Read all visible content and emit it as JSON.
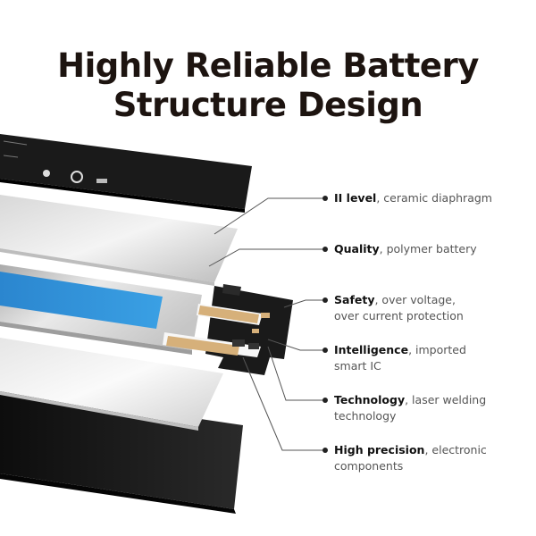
{
  "title": {
    "line1": "Highly Reliable Battery",
    "line2": "Structure Design"
  },
  "colors": {
    "title": "#1d1410",
    "bullet": "#222222",
    "blue_cell": "#2f8fd6",
    "gold_pad": "#d6b07a",
    "black_layer": "#141414"
  },
  "callouts": [
    {
      "key": "II level",
      "rest": ", ceramic diaphragm"
    },
    {
      "key": "Quality",
      "rest": ", polymer battery"
    },
    {
      "key": "Safety",
      "rest": ", over voltage,",
      "line2": "over current protection"
    },
    {
      "key": "Intelligence",
      "rest": ", imported",
      "line2": "smart IC"
    },
    {
      "key": "Technology",
      "rest": ", laser welding",
      "line2": "technology"
    },
    {
      "key": "High precision",
      "rest": ", electronic",
      "line2": "components"
    }
  ]
}
